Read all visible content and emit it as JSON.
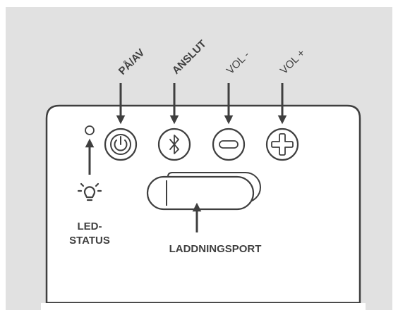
{
  "labels": {
    "power": "PÅ/AV",
    "connect": "ANSLUT",
    "vol_minus": "VOL -",
    "vol_plus": "VOL +",
    "led_line1": "LED-",
    "led_line2": "STATUS",
    "charging_port": "LADDNINGSPORT"
  },
  "icons": {
    "power": "power-icon",
    "bluetooth": "bluetooth-icon",
    "minus": "minus-icon",
    "plus": "plus-icon",
    "bulb": "lightbulb-icon"
  },
  "colors": {
    "background": "#e1e1e1",
    "panel": "#ffffff",
    "ink": "#3f3f3f"
  }
}
